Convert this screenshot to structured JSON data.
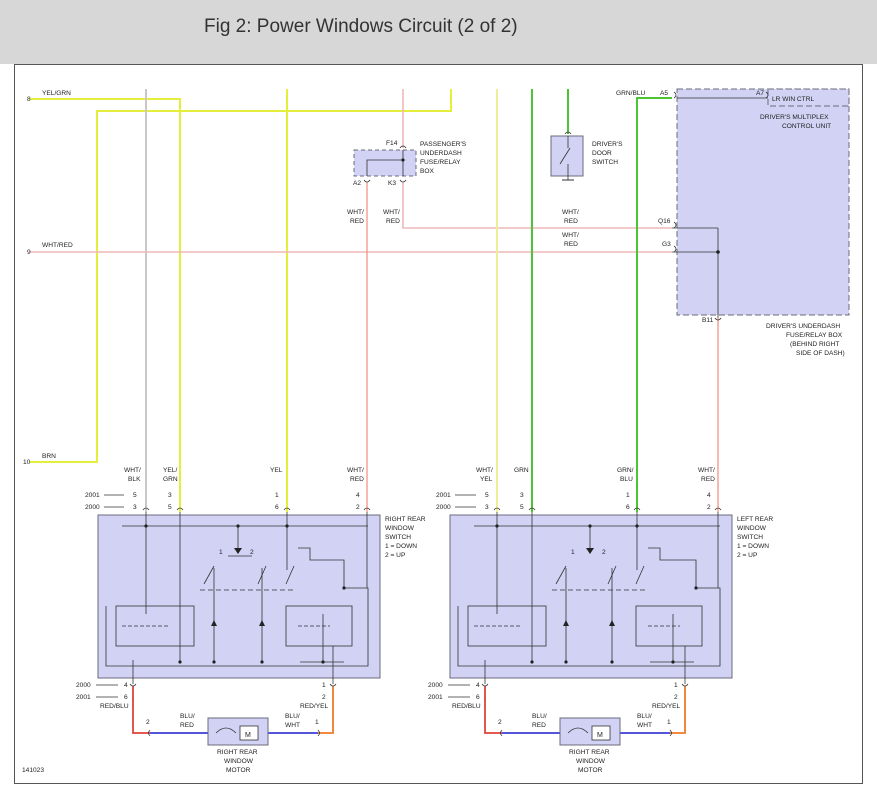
{
  "header": {
    "title": "Fig 2: Power Windows Circuit (2 of 2)"
  },
  "figure_id": "141023",
  "colors": {
    "yellow": "#e6ee3c",
    "yellow_light": "#eeee99",
    "green": "#4cc534",
    "pink": "#f0b7b7",
    "salmon": "#f28b7a",
    "gray": "#c8c8c8",
    "box_fill": "#d2d2f5",
    "box_stroke": "#6b6b7b",
    "red": "#e0433a",
    "blue": "#3b3bd8",
    "orange": "#f07a2a"
  },
  "left_edge": {
    "wire8_num": "8",
    "wire8_color": "YEL/GRN",
    "wire9_num": "9",
    "wire9_color": "WHT/RED",
    "wire10_num": "10",
    "wire10_color": "BRN"
  },
  "multiplex": {
    "conn_a5": "A5",
    "wire_a5": "GRN/BLU",
    "conn_a7": "A7",
    "lr_win_ctrl": "LR WIN CTRL",
    "label1": "DRIVER'S MULTIPLEX",
    "label2": "CONTROL UNIT",
    "conn_q16": "Q16",
    "wire_q16a": "WHT/",
    "wire_q16b": "RED",
    "conn_g3": "G3",
    "wire_g3a": "WHT/",
    "wire_g3b": "RED",
    "conn_b11": "B11",
    "fuse1": "DRIVER'S UNDERDASH",
    "fuse2": "FUSE/RELAY BOX",
    "fuse3": "(BEHIND RIGHT",
    "fuse4": "SIDE OF DASH)"
  },
  "passenger_box": {
    "conn_f14": "F14",
    "conn_a2": "A2",
    "conn_k3": "K3",
    "l1": "PASSENGER'S",
    "l2": "UNDERDASH",
    "l3": "FUSE/RELAY",
    "l4": "BOX",
    "w1a": "WHT/",
    "w1b": "RED",
    "w2a": "WHT/",
    "w2b": "RED"
  },
  "door_switch": {
    "l1": "DRIVER'S",
    "l2": "DOOR",
    "l3": "SWITCH"
  },
  "right_switch": {
    "title1": "RIGHT REAR",
    "title2": "WINDOW",
    "title3": "SWITCH",
    "note1": "1 = DOWN",
    "note2": "2 = UP",
    "year_a": "2001",
    "year_b": "2000",
    "wires": [
      {
        "c1": "WHT/",
        "c2": "BLK",
        "p2001": "5",
        "p2000": "3"
      },
      {
        "c1": "YEL/",
        "c2": "GRN",
        "p2001": "3",
        "p2000": "5"
      },
      {
        "c1": "YEL",
        "c2": "",
        "p2001": "1",
        "p2000": "6"
      },
      {
        "c1": "WHT/",
        "c2": "RED",
        "p2001": "4",
        "p2000": "2"
      }
    ],
    "sw1": "1",
    "sw2": "2"
  },
  "left_switch": {
    "title1": "LEFT REAR",
    "title2": "WINDOW",
    "title3": "SWITCH",
    "note1": "1 = DOWN",
    "note2": "2 = UP",
    "year_a": "2001",
    "year_b": "2000",
    "wires": [
      {
        "c1": "WHT/",
        "c2": "YEL",
        "p2001": "5",
        "p2000": "3"
      },
      {
        "c1": "GRN",
        "c2": "",
        "p2001": "3",
        "p2000": "5"
      },
      {
        "c1": "GRN/",
        "c2": "BLU",
        "p2001": "1",
        "p2000": "6"
      },
      {
        "c1": "WHT/",
        "c2": "RED",
        "p2001": "4",
        "p2000": "2"
      }
    ],
    "sw1": "1",
    "sw2": "2"
  },
  "right_motor": {
    "year_a": "2000",
    "year_b": "2001",
    "pin_a_2000": "4",
    "pin_a_2001": "6",
    "wire_a": "RED/BLU",
    "pin_b_2000": "1",
    "pin_b_2001": "2",
    "wire_b": "RED/YEL",
    "m_pin_left": "2",
    "m_wire_left1": "BLU/",
    "m_wire_left2": "RED",
    "m_pin_right": "1",
    "m_wire_right1": "BLU/",
    "m_wire_right2": "WHT",
    "motor_symbol": "M",
    "l1": "RIGHT REAR",
    "l2": "WINDOW",
    "l3": "MOTOR"
  },
  "left_motor": {
    "year_a": "2000",
    "year_b": "2001",
    "pin_a_2000": "4",
    "pin_a_2001": "6",
    "wire_a": "RED/BLU",
    "pin_b_2000": "1",
    "pin_b_2001": "2",
    "wire_b": "RED/YEL",
    "m_pin_left": "2",
    "m_wire_left1": "BLU/",
    "m_wire_left2": "RED",
    "m_pin_right": "1",
    "m_wire_right1": "BLU/",
    "m_wire_right2": "WHT",
    "motor_symbol": "M",
    "l1": "RIGHT REAR",
    "l2": "WINDOW",
    "l3": "MOTOR"
  }
}
